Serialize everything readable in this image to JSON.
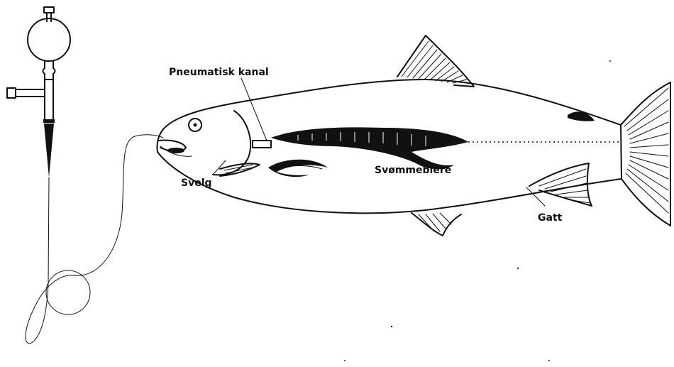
{
  "labels": {
    "pneumatic_duct": "Pneumatisk kanal",
    "pharynx": "Svelg",
    "swim_bladder": "Svømmeblere",
    "anus": "Gatt"
  },
  "colors": {
    "ink": "#111111",
    "background": "#ffffff"
  }
}
